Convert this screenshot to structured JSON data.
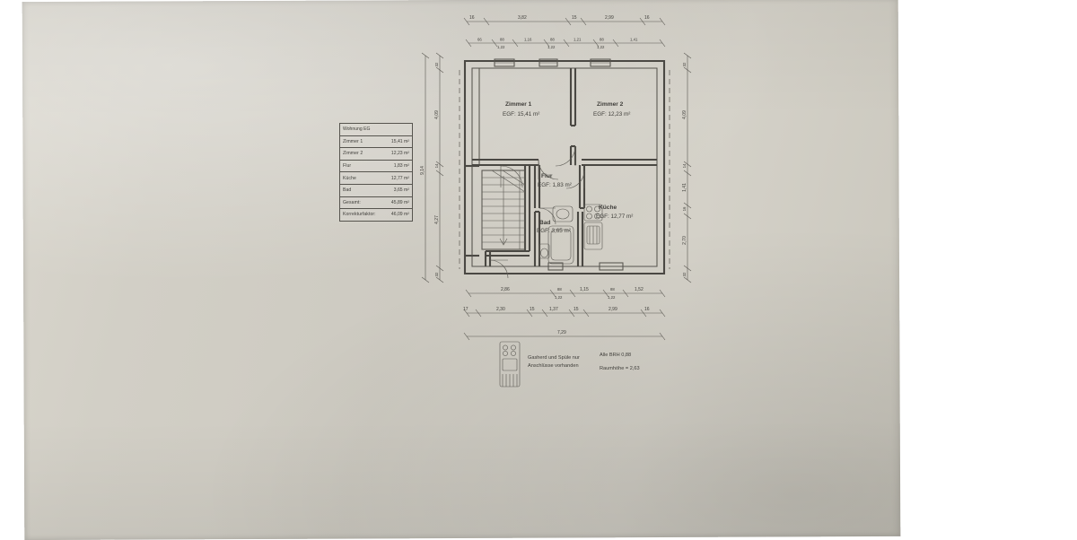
{
  "document": {
    "type": "architectural-floor-plan-photograph",
    "language": "de",
    "paper_color": "#d3d0c7",
    "ink_color": "#4a4843"
  },
  "legend": {
    "title": "Wohnung EG",
    "rows": [
      {
        "name": "Zimmer 1",
        "value": "15,41 m²"
      },
      {
        "name": "Zimmer 2",
        "value": "12,23 m²"
      },
      {
        "name": "Flur",
        "value": "1,83 m²"
      },
      {
        "name": "Küche",
        "value": "12,77 m²"
      },
      {
        "name": "Bad",
        "value": "3,65 m²"
      },
      {
        "name": "Gesamt:",
        "value": "45,89 m²"
      },
      {
        "name": "Korrekturfaktor:",
        "value": "46,09 m²"
      }
    ]
  },
  "rooms": [
    {
      "id": "zimmer1",
      "label": "Zimmer 1",
      "area": "EGF: 15,41 m²"
    },
    {
      "id": "zimmer2",
      "label": "Zimmer 2",
      "area": "EGF: 12,23 m²"
    },
    {
      "id": "flur",
      "label": "Flur",
      "area": "EGF: 1,83 m²"
    },
    {
      "id": "kueche",
      "label": "Küche",
      "area": "EGF: 12,77 m²"
    },
    {
      "id": "bad",
      "label": "Bad",
      "area": "EGF: 3,65 m²"
    }
  ],
  "dimensions": {
    "top_outer": [
      "16",
      "3,82",
      "15",
      "2,99",
      "16"
    ],
    "top_inner": [
      "66",
      "88",
      "1,16",
      "88",
      "1,21",
      "88",
      "1,41"
    ],
    "top_inner_sub": [
      "1,22",
      "1,22",
      "1,22"
    ],
    "bottom_inner": [
      "2,86",
      "88",
      "1,15",
      "88",
      "1,52"
    ],
    "bottom_inner_sub": [
      "1,22",
      "1,22"
    ],
    "bottom_outer": [
      "17",
      "2,30",
      "15",
      "1,37",
      "15",
      "2,99",
      "16"
    ],
    "bottom_total": "7,29",
    "left_outer": "9,14",
    "left_inner": [
      "32",
      "4,09",
      "14",
      "4,27",
      "32"
    ],
    "right_inner": [
      "32",
      "4,09",
      "14",
      "1,41",
      "16",
      "2,70",
      "32"
    ]
  },
  "notes": {
    "appliance_note_line1": "Gasherd und Spüle nur",
    "appliance_note_line2": "Anschlüsse vorhanden",
    "brh": "Alle BRH 0,88",
    "room_height": "Raumhöhe = 2,63"
  }
}
